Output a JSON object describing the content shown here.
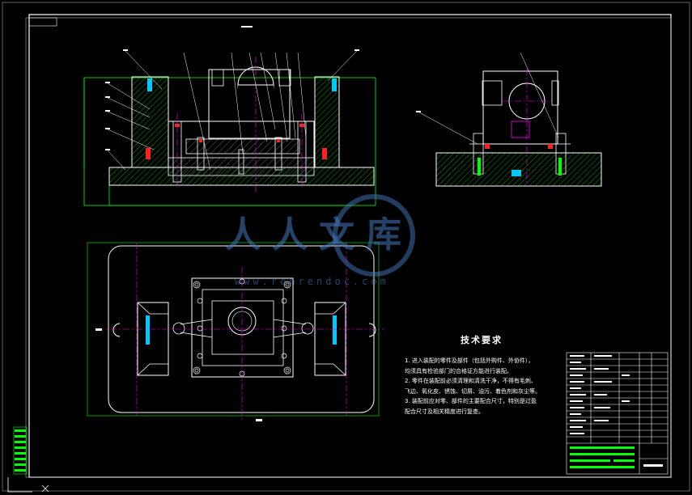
{
  "watermark": {
    "text": "人人文库",
    "url": "www.renrendoc.com"
  },
  "tech_notes": {
    "title": "技术要求",
    "lines": [
      "1. 进入装配的零件及部件（包括外购件、外协件），",
      "均须具有检验部门的合格证方能进行装配。",
      "2. 零件在装配前必须清理和清洗干净，不得有毛刺、",
      "飞边、氧化皮、锈蚀、切屑、油污、着色剂和灰尘等。",
      "3. 装配前应对零、部件的主要配合尺寸，特别是过盈",
      "配合尺寸及相关精度进行复查。"
    ]
  },
  "colors": {
    "background": "#000000",
    "border": "#ffffff",
    "part_outline": "#ffffff",
    "hatch": "#00ff00",
    "center_line": "#ff00ff",
    "accent_blue": "#00c8ff",
    "accent_red": "#ff2020",
    "title_block_green": "#00ff00"
  }
}
